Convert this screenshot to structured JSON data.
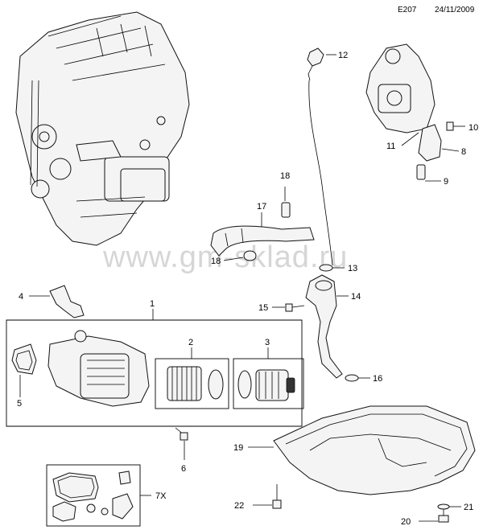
{
  "header": {
    "code": "E207",
    "date": "24/11/2009"
  },
  "watermark": "www.gm-sklad.ru",
  "callouts": {
    "c1": "1",
    "c2": "2",
    "c3": "3",
    "c4": "4",
    "c5": "5",
    "c6": "6",
    "c7x": "7X",
    "c8": "8",
    "c9": "9",
    "c10": "10",
    "c11": "11",
    "c12": "12",
    "c13": "13",
    "c14": "14",
    "c15": "15",
    "c16": "16",
    "c17": "17",
    "c18a": "18",
    "c18b": "18",
    "c19": "19",
    "c20": "20",
    "c21": "21",
    "c22": "22"
  }
}
